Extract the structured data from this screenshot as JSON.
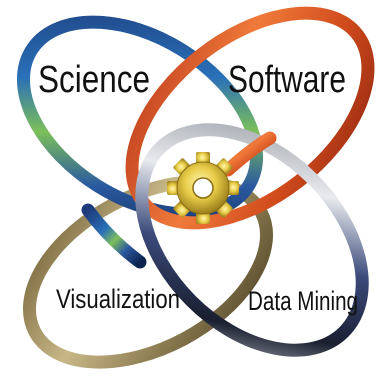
{
  "labels": {
    "science": "Science",
    "software": "Software",
    "visualization": "Visualization",
    "data_mining": "Data Mining"
  },
  "rings": [
    {
      "name": "science",
      "color": "#2a4a8a"
    },
    {
      "name": "software",
      "color": "#d4552a"
    },
    {
      "name": "visualization",
      "color": "#8a7a50"
    },
    {
      "name": "data-mining",
      "color": "#9aa0a8"
    }
  ],
  "center_icon": "gear-icon",
  "colors": {
    "gear": "#e0c84a",
    "text": "#111111",
    "background": "#ffffff"
  }
}
